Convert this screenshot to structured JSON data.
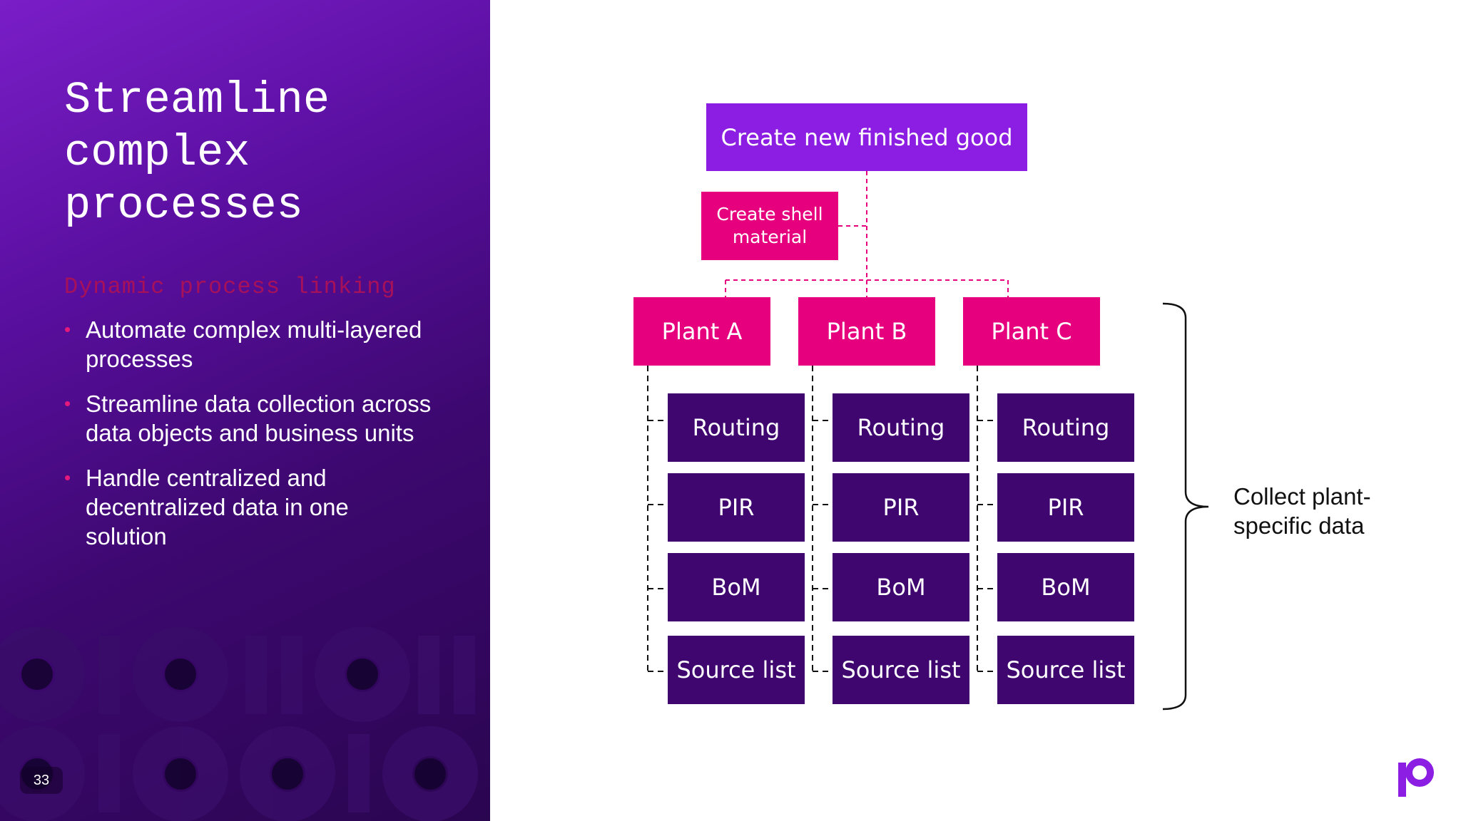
{
  "slide": {
    "title_lines": [
      "Streamline",
      "complex",
      "processes"
    ],
    "subtitle": "Dynamic process linking",
    "bullets": [
      "Automate complex multi-layered processes",
      "Streamline data collection across data objects and business units",
      "Handle centralized and decentralized data in one solution"
    ],
    "page_number": "33",
    "logo_icon": "brand-p-logo-icon"
  },
  "diagram": {
    "root": "Create new finished good",
    "shell": "Create shell material",
    "plants": [
      {
        "label": "Plant A",
        "items": [
          "Routing",
          "PIR",
          "BoM",
          "Source list"
        ]
      },
      {
        "label": "Plant B",
        "items": [
          "Routing",
          "PIR",
          "BoM",
          "Source list"
        ]
      },
      {
        "label": "Plant C",
        "items": [
          "Routing",
          "PIR",
          "BoM",
          "Source list"
        ]
      }
    ],
    "bracket_note": "Collect plant-specific data"
  },
  "colors": {
    "panel_purple": "#5a0fa0",
    "root_purple": "#8b1ee2",
    "plant_pink": "#e6007e",
    "sub_dark_purple": "#3f0670",
    "subtitle_magenta": "#a6115a"
  }
}
